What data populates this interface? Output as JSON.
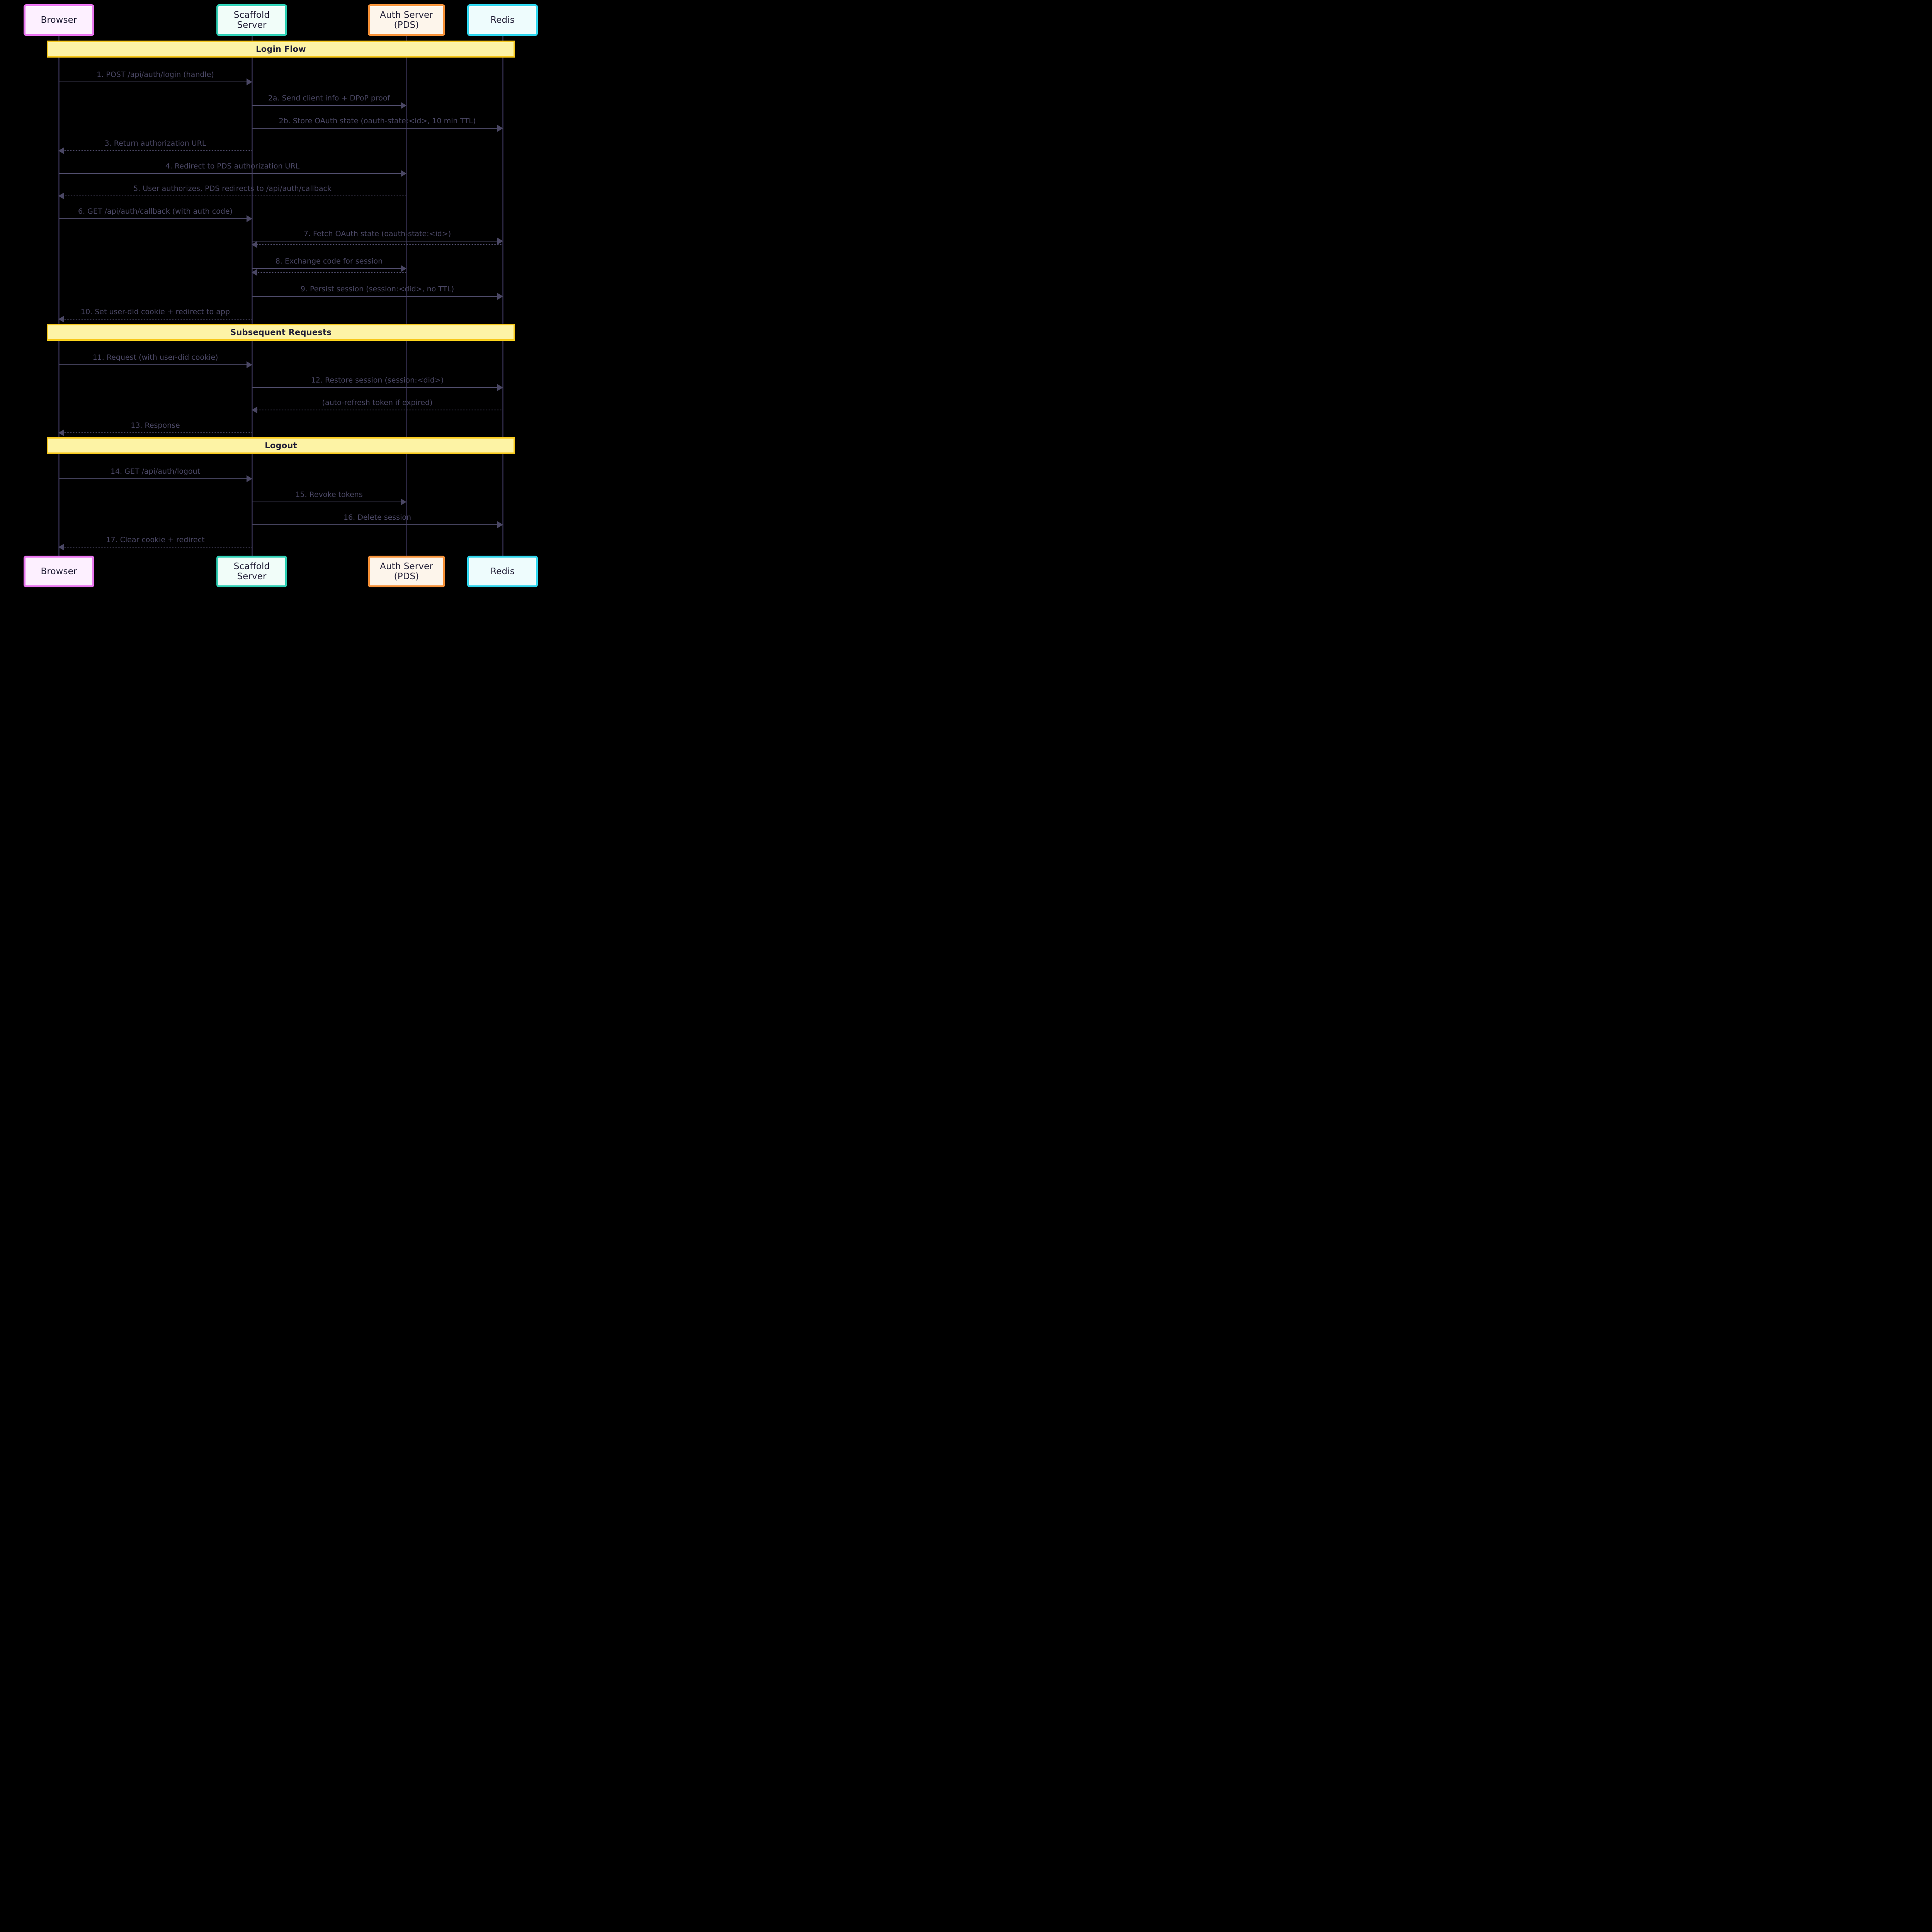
{
  "diagram": {
    "kind": "sequence-diagram",
    "background": "#000000",
    "colors": {
      "browser_border": "#ea73f0",
      "browser_fill": "#fdf0ff",
      "scaffold_border": "#2ed0b5",
      "scaffold_fill": "#f1fdf9",
      "auth_border": "#f79239",
      "auth_fill": "#fdf5eb",
      "redis_border": "#2cd4ec",
      "redis_fill": "#eefcfd",
      "band_fill": "#fdf3a5",
      "band_border": "#f7c81b",
      "line": "#4a4764",
      "lifeline": "#2a2640",
      "text": "#232038"
    }
  },
  "participants": [
    {
      "id": "browser",
      "label": "Browser"
    },
    {
      "id": "scaffold",
      "label": "Scaffold Server"
    },
    {
      "id": "auth",
      "label": "Auth Server (PDS)"
    },
    {
      "id": "redis",
      "label": "Redis"
    }
  ],
  "sections": [
    {
      "id": "login-flow",
      "label": "Login Flow"
    },
    {
      "id": "subsequent-requests",
      "label": "Subsequent Requests"
    },
    {
      "id": "logout",
      "label": "Logout"
    }
  ],
  "messages": [
    {
      "n": 1,
      "label": "1. POST /api/auth/login (handle)",
      "from": "browser",
      "to": "scaffold",
      "style": "solid",
      "dir": "right"
    },
    {
      "n": 2,
      "label": "2a. Send client info + DPoP proof",
      "from": "scaffold",
      "to": "auth",
      "style": "solid",
      "dir": "right"
    },
    {
      "n": 3,
      "label": "2b. Store OAuth state (oauth-state:<id>, 10 min TTL)",
      "from": "scaffold",
      "to": "redis",
      "style": "solid",
      "dir": "right"
    },
    {
      "n": 4,
      "label": "3. Return authorization URL",
      "from": "scaffold",
      "to": "browser",
      "style": "dotted",
      "dir": "left"
    },
    {
      "n": 5,
      "label": "4. Redirect to PDS authorization URL",
      "from": "browser",
      "to": "auth",
      "style": "solid",
      "dir": "right"
    },
    {
      "n": 6,
      "label": "5. User authorizes, PDS redirects to /api/auth/callback",
      "from": "auth",
      "to": "browser",
      "style": "dotted",
      "dir": "left"
    },
    {
      "n": 7,
      "label": "6. GET /api/auth/callback (with auth code)",
      "from": "browser",
      "to": "scaffold",
      "style": "solid",
      "dir": "right"
    },
    {
      "n": 8,
      "label": "7. Fetch OAuth state (oauth-state:<id>)",
      "from": "scaffold",
      "to": "redis",
      "style": "solid",
      "dir": "right"
    },
    {
      "n": 9,
      "label": "",
      "from": "redis",
      "to": "scaffold",
      "style": "dotted",
      "dir": "left"
    },
    {
      "n": 10,
      "label": "8. Exchange code for session",
      "from": "scaffold",
      "to": "auth",
      "style": "solid",
      "dir": "right"
    },
    {
      "n": 11,
      "label": "",
      "from": "auth",
      "to": "scaffold",
      "style": "dotted",
      "dir": "left"
    },
    {
      "n": 12,
      "label": "9. Persist session (session:<did>, no TTL)",
      "from": "scaffold",
      "to": "redis",
      "style": "solid",
      "dir": "right"
    },
    {
      "n": 13,
      "label": "10. Set user-did cookie + redirect to app",
      "from": "scaffold",
      "to": "browser",
      "style": "dotted",
      "dir": "left"
    },
    {
      "n": 14,
      "label": "11. Request (with user-did cookie)",
      "from": "browser",
      "to": "scaffold",
      "style": "solid",
      "dir": "right"
    },
    {
      "n": 15,
      "label": "12. Restore session (session:<did>)",
      "from": "scaffold",
      "to": "redis",
      "style": "solid",
      "dir": "right"
    },
    {
      "n": 16,
      "label": "(auto-refresh token if expired)",
      "from": "redis",
      "to": "scaffold",
      "style": "dotted",
      "dir": "left"
    },
    {
      "n": 17,
      "label": "13. Response",
      "from": "scaffold",
      "to": "browser",
      "style": "dotted",
      "dir": "left"
    },
    {
      "n": 18,
      "label": "14. GET /api/auth/logout",
      "from": "browser",
      "to": "scaffold",
      "style": "solid",
      "dir": "right"
    },
    {
      "n": 19,
      "label": "15. Revoke tokens",
      "from": "scaffold",
      "to": "auth",
      "style": "solid",
      "dir": "right"
    },
    {
      "n": 20,
      "label": "16. Delete session",
      "from": "scaffold",
      "to": "redis",
      "style": "solid",
      "dir": "right"
    },
    {
      "n": 21,
      "label": "17. Clear cookie + redirect",
      "from": "scaffold",
      "to": "browser",
      "style": "dotted",
      "dir": "left"
    }
  ]
}
